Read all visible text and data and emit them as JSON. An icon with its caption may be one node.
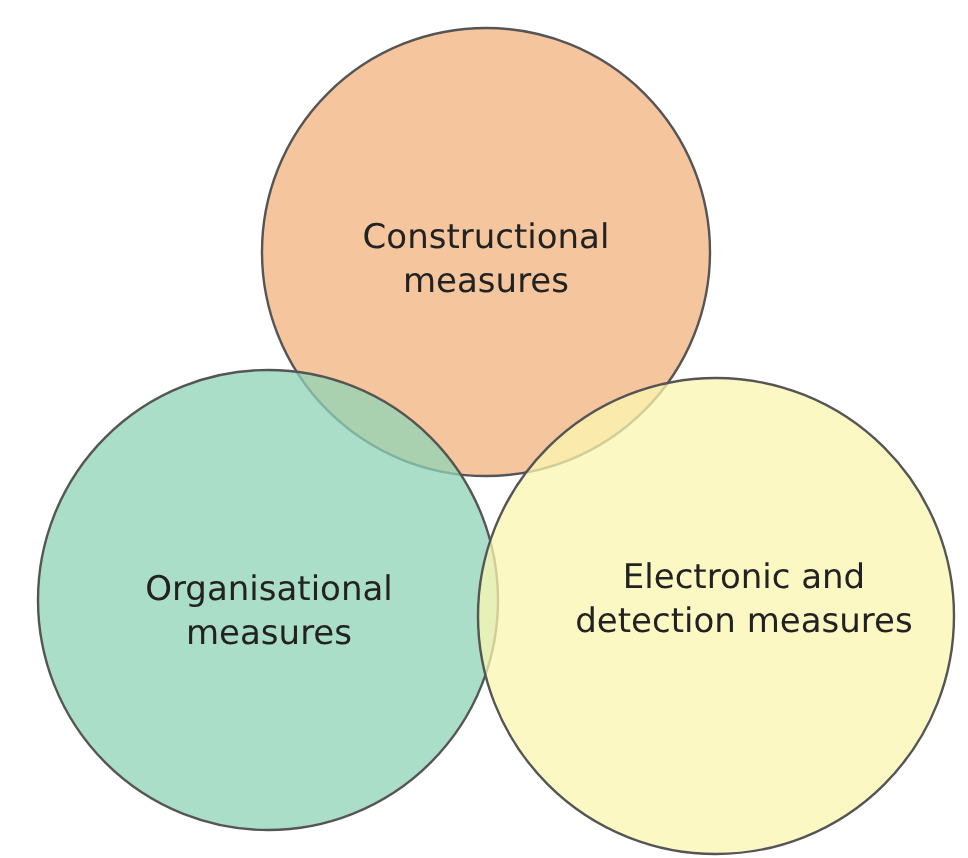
{
  "diagram": {
    "nodes": [
      {
        "text": [
          "Constructional measures"
        ]
      },
      {
        "text": [
          "Organisational measures"
        ]
      },
      {
        "text": [
          "Electronic and detection measures"
        ]
      }
    ]
  }
}
